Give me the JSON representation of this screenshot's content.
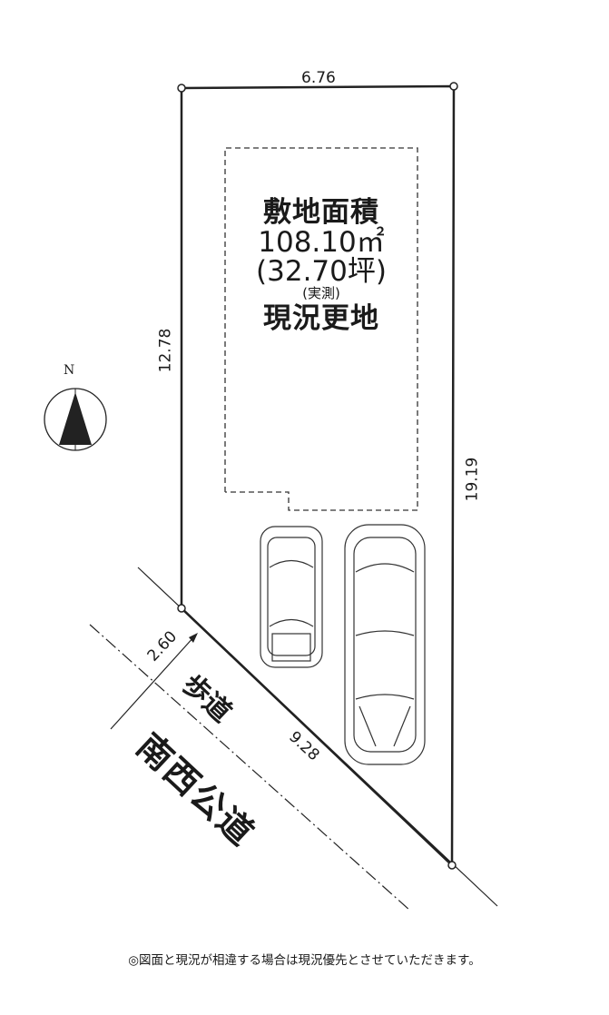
{
  "plan": {
    "dimensions": {
      "top": "6.76",
      "left": "12.78",
      "right": "19.19",
      "road_width": "2.60",
      "frontage": "9.28"
    },
    "area_label": "敷地面積",
    "area_sqm": "108.10㎡",
    "area_tsubo": "(32.70坪)",
    "measurement_note": "(実測)",
    "land_status": "現況更地",
    "sidewalk_label": "歩道",
    "road_label": "南西公道",
    "north_label": "N"
  },
  "footer_note": "◎図面と現況が相違する場合は現況優先とさせていただきます。"
}
